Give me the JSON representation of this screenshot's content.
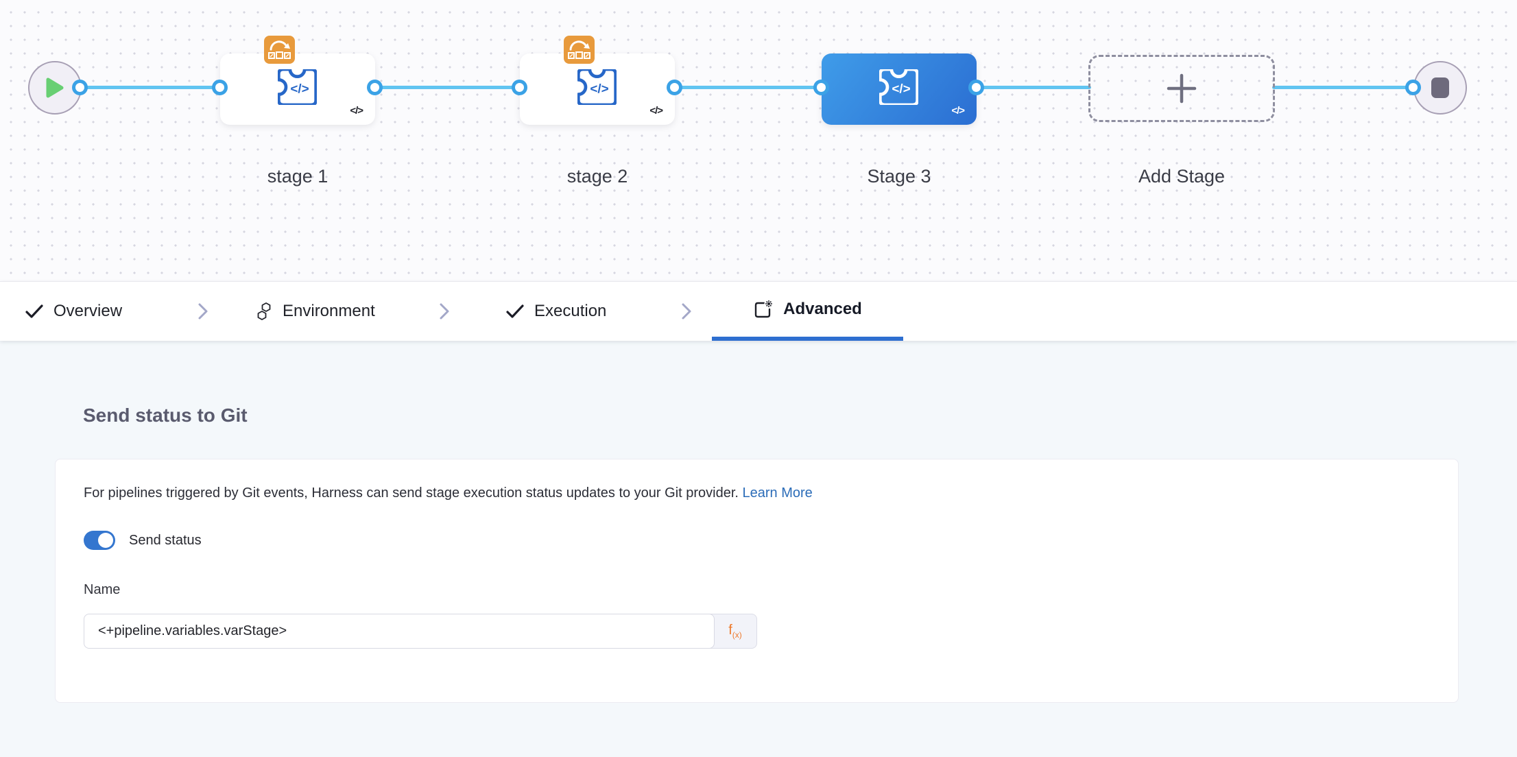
{
  "canvas": {
    "stages": [
      {
        "label": "stage 1",
        "selected": false,
        "has_deploy_badge": true
      },
      {
        "label": "stage 2",
        "selected": false,
        "has_deploy_badge": true
      },
      {
        "label": "Stage 3",
        "selected": true,
        "has_deploy_badge": false
      }
    ],
    "add_stage": {
      "label": "Add Stage"
    },
    "code_glyph": "</>"
  },
  "tabs": {
    "items": [
      {
        "label": "Overview",
        "icon": "check-icon",
        "active": false
      },
      {
        "label": "Environment",
        "icon": "hexagons-icon",
        "active": false
      },
      {
        "label": "Execution",
        "icon": "check-icon",
        "active": false
      },
      {
        "label": "Advanced",
        "icon": "doc-gear-icon",
        "active": true
      }
    ]
  },
  "panel": {
    "heading": "Send status to Git",
    "description": "For pipelines triggered by Git events, Harness can send stage execution status updates to your Git provider.",
    "learn_more_label": "Learn More",
    "toggle_label": "Send status",
    "toggle_on": true,
    "name_label": "Name",
    "name_value": "<+pipeline.variables.varStage>",
    "expression_button_f": "f",
    "expression_button_sub": "(x)"
  },
  "colors": {
    "accent_blue": "#2e6fd0",
    "toggle_blue": "#3476cf",
    "connector_blue": "#61c4f1",
    "port_ring_blue": "#3ba2e6",
    "selected_stage_gradient": [
      "#3f9ce9",
      "#2b6ed2"
    ],
    "deploy_badge_orange": "#e89a3c",
    "expression_orange": "#ee7a2d",
    "link_blue": "#2b6cb8"
  }
}
